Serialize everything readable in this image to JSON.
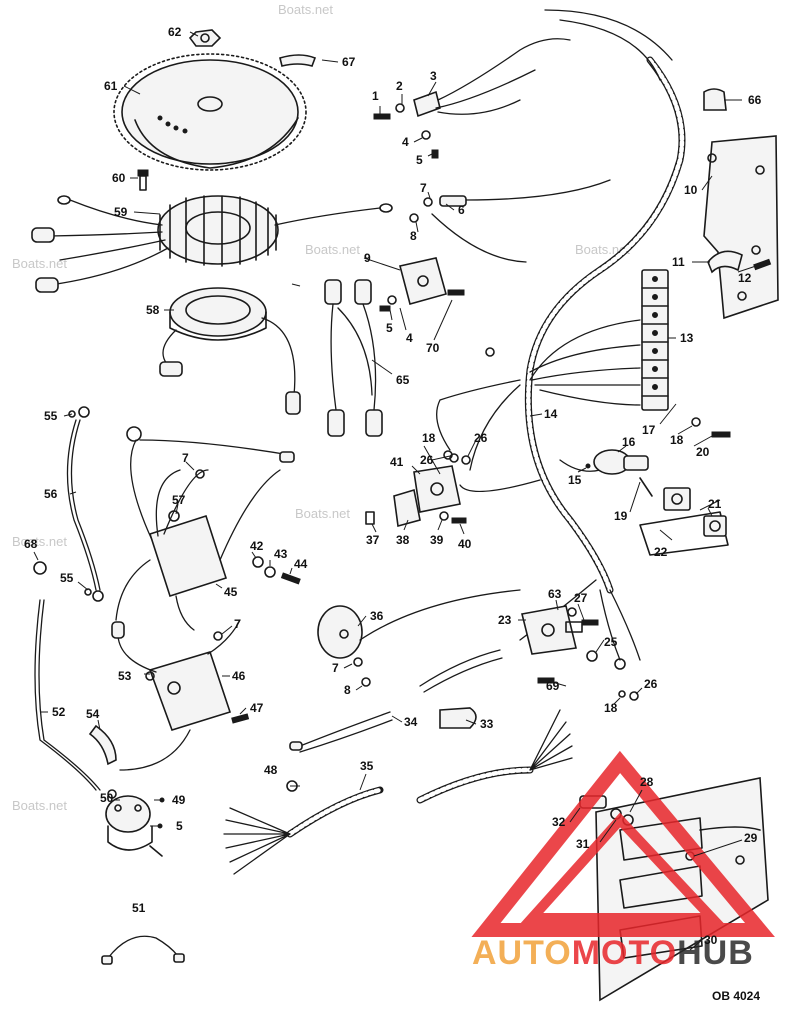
{
  "diagram": {
    "reference_code": "OB 4024",
    "watermarks": [
      "Boats.net",
      "Boats.net",
      "Boats.net",
      "Boats.net",
      "Boats.net",
      "Boats.net",
      "Boats.net"
    ],
    "logo": {
      "part1": "AUTO",
      "part2": "MOTO",
      "part3": "HUB",
      "color_primary": "#e8262b",
      "color_secondary": "#f2a23a",
      "color_dark": "#2b2b2b"
    },
    "callouts": [
      {
        "id": "c1",
        "label": "1"
      },
      {
        "id": "c2",
        "label": "2"
      },
      {
        "id": "c3",
        "label": "3"
      },
      {
        "id": "c4a",
        "label": "4"
      },
      {
        "id": "c4b",
        "label": "4"
      },
      {
        "id": "c5a",
        "label": "5"
      },
      {
        "id": "c5b",
        "label": "5"
      },
      {
        "id": "c5c",
        "label": "5"
      },
      {
        "id": "c6",
        "label": "6"
      },
      {
        "id": "c7a",
        "label": "7"
      },
      {
        "id": "c7b",
        "label": "7"
      },
      {
        "id": "c7c",
        "label": "7"
      },
      {
        "id": "c7d",
        "label": "7"
      },
      {
        "id": "c8a",
        "label": "8"
      },
      {
        "id": "c8b",
        "label": "8"
      },
      {
        "id": "c9",
        "label": "9"
      },
      {
        "id": "c10",
        "label": "10"
      },
      {
        "id": "c11",
        "label": "11"
      },
      {
        "id": "c12",
        "label": "12"
      },
      {
        "id": "c13",
        "label": "13"
      },
      {
        "id": "c14",
        "label": "14"
      },
      {
        "id": "c15",
        "label": "15"
      },
      {
        "id": "c16",
        "label": "16"
      },
      {
        "id": "c17",
        "label": "17"
      },
      {
        "id": "c18a",
        "label": "18"
      },
      {
        "id": "c18b",
        "label": "18"
      },
      {
        "id": "c18c",
        "label": "18"
      },
      {
        "id": "c19",
        "label": "19"
      },
      {
        "id": "c20",
        "label": "20"
      },
      {
        "id": "c21",
        "label": "21"
      },
      {
        "id": "c22",
        "label": "22"
      },
      {
        "id": "c23",
        "label": "23"
      },
      {
        "id": "c25",
        "label": "25"
      },
      {
        "id": "c26a",
        "label": "26"
      },
      {
        "id": "c26b",
        "label": "26"
      },
      {
        "id": "c26c",
        "label": "26"
      },
      {
        "id": "c27",
        "label": "27"
      },
      {
        "id": "c28",
        "label": "28"
      },
      {
        "id": "c29",
        "label": "29"
      },
      {
        "id": "c30",
        "label": "30"
      },
      {
        "id": "c31",
        "label": "31"
      },
      {
        "id": "c32",
        "label": "32"
      },
      {
        "id": "c33",
        "label": "33"
      },
      {
        "id": "c34",
        "label": "34"
      },
      {
        "id": "c35",
        "label": "35"
      },
      {
        "id": "c36",
        "label": "36"
      },
      {
        "id": "c37",
        "label": "37"
      },
      {
        "id": "c38",
        "label": "38"
      },
      {
        "id": "c39",
        "label": "39"
      },
      {
        "id": "c40",
        "label": "40"
      },
      {
        "id": "c41",
        "label": "41"
      },
      {
        "id": "c42",
        "label": "42"
      },
      {
        "id": "c43",
        "label": "43"
      },
      {
        "id": "c44",
        "label": "44"
      },
      {
        "id": "c45",
        "label": "45"
      },
      {
        "id": "c46",
        "label": "46"
      },
      {
        "id": "c47",
        "label": "47"
      },
      {
        "id": "c48",
        "label": "48"
      },
      {
        "id": "c49",
        "label": "49"
      },
      {
        "id": "c50",
        "label": "50"
      },
      {
        "id": "c51",
        "label": "51"
      },
      {
        "id": "c52",
        "label": "52"
      },
      {
        "id": "c53",
        "label": "53"
      },
      {
        "id": "c54",
        "label": "54"
      },
      {
        "id": "c55a",
        "label": "55"
      },
      {
        "id": "c55b",
        "label": "55"
      },
      {
        "id": "c56",
        "label": "56"
      },
      {
        "id": "c57",
        "label": "57"
      },
      {
        "id": "c58",
        "label": "58"
      },
      {
        "id": "c59",
        "label": "59"
      },
      {
        "id": "c60",
        "label": "60"
      },
      {
        "id": "c61",
        "label": "61"
      },
      {
        "id": "c62",
        "label": "62"
      },
      {
        "id": "c63",
        "label": "63"
      },
      {
        "id": "c65",
        "label": "65"
      },
      {
        "id": "c66",
        "label": "66"
      },
      {
        "id": "c67",
        "label": "67"
      },
      {
        "id": "c68",
        "label": "68"
      },
      {
        "id": "c69",
        "label": "69"
      },
      {
        "id": "c70",
        "label": "70"
      }
    ]
  }
}
